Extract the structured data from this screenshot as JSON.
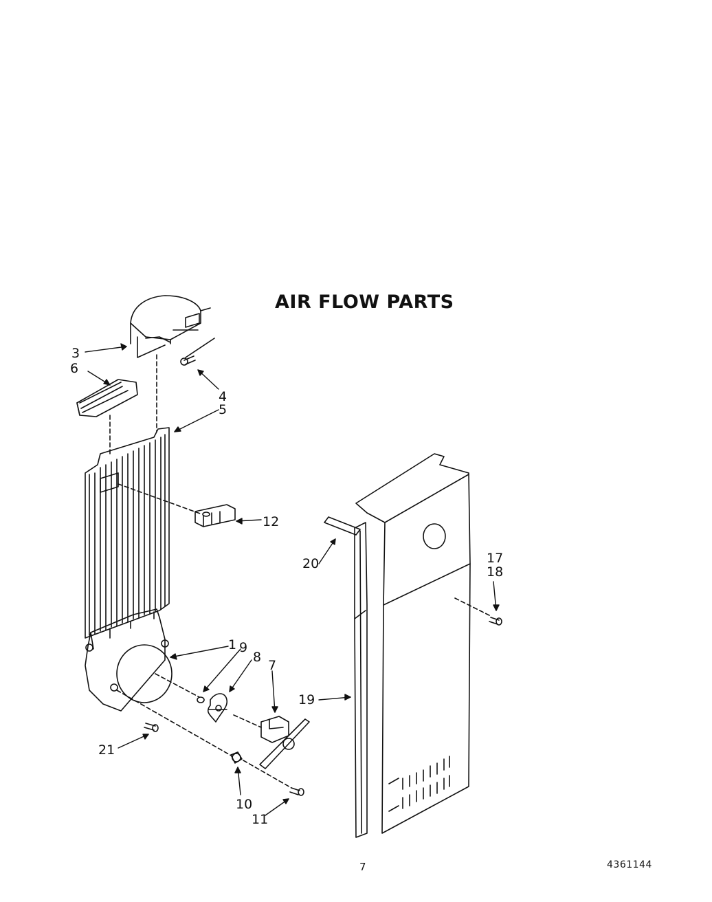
{
  "title": "AIR FLOW PARTS",
  "callouts": {
    "p1": "1",
    "p3": "3",
    "p4": "4",
    "p5": "5",
    "p6": "6",
    "p7": "7",
    "p8": "8",
    "p9": "9",
    "p10": "10",
    "p11": "11",
    "p12": "12",
    "p17": "17",
    "p18": "18",
    "p19": "19",
    "p20": "20",
    "p21": "21"
  },
  "footer": {
    "page_number": "7",
    "doc_code": "4361144"
  }
}
